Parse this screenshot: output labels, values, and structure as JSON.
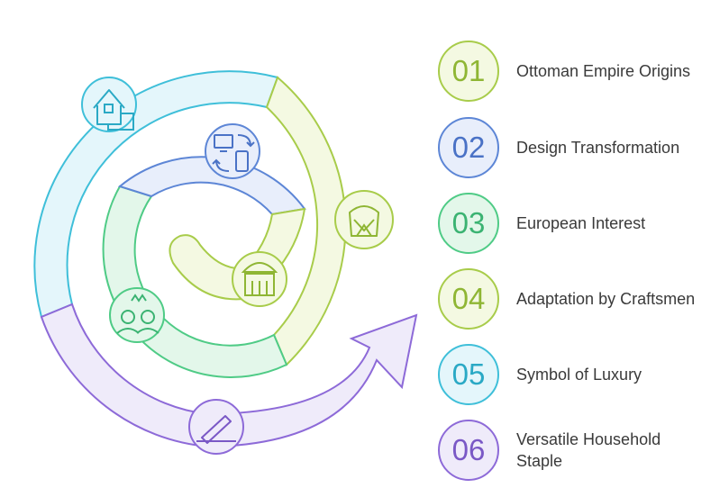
{
  "items": [
    {
      "number": "01",
      "label": "Ottoman Empire Origins",
      "icon": "house-icon",
      "color": "#a8cc4a"
    },
    {
      "number": "02",
      "label": "Design Transformation",
      "icon": "devices-sync-icon",
      "color": "#5d86d6"
    },
    {
      "number": "03",
      "label": "European Interest",
      "icon": "people-icon",
      "color": "#4fcb86"
    },
    {
      "number": "04",
      "label": "Adaptation by Craftsmen",
      "icon": "armchair-icon",
      "color": "#a8cc4a"
    },
    {
      "number": "05",
      "label": "Symbol of Luxury",
      "icon": "ottoman-icon",
      "color": "#3fbfd9"
    },
    {
      "number": "06",
      "label": "Versatile Household Staple",
      "icon": "stool-edit-icon",
      "color": "#8d6ad8"
    }
  ]
}
